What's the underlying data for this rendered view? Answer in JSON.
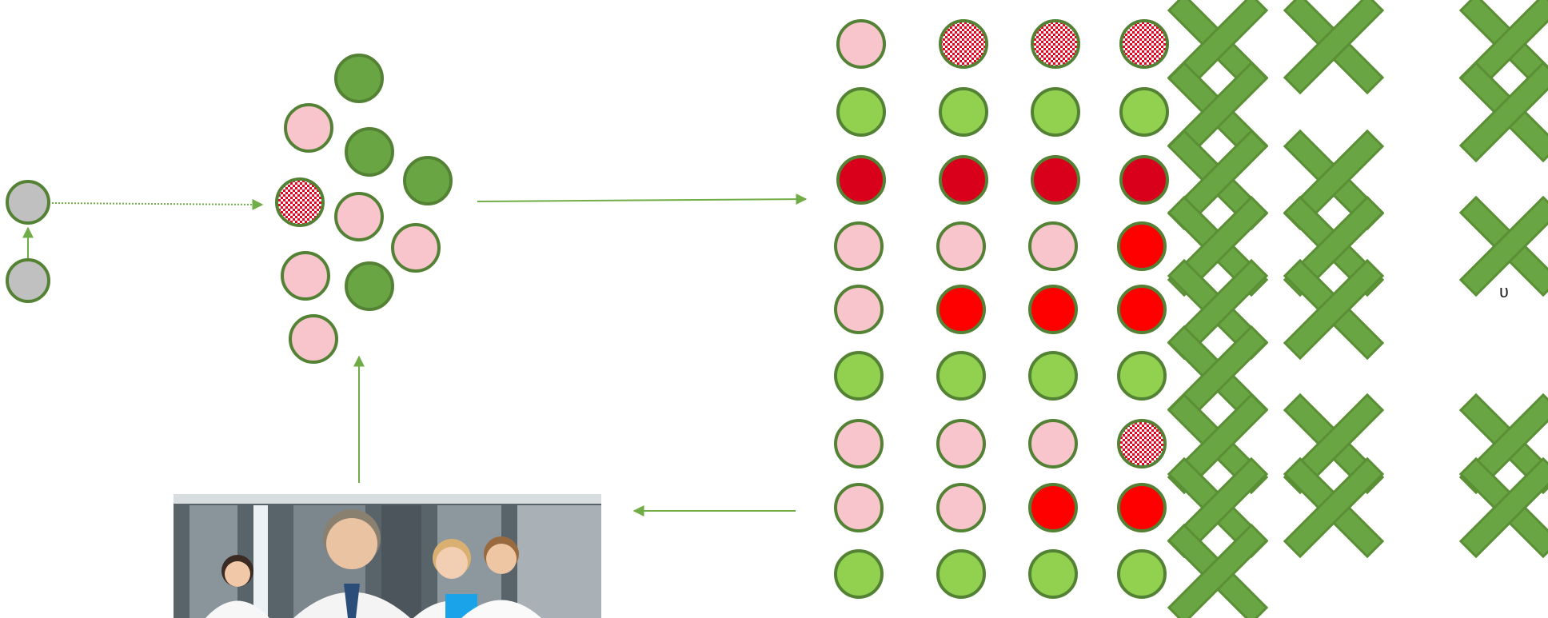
{
  "colors": {
    "stroke": "#548235",
    "edge": "#70ad47",
    "grey": "#c0c0c0",
    "pink": "#f8c5cc",
    "dark_green": "#6aa544",
    "light_green": "#92d050",
    "dark_red": "#d9001b",
    "red": "#ff0000",
    "pattern": "#e8001e",
    "cross": "#6aa544",
    "cross_stroke": "#5a8f35"
  },
  "input_nodes": [
    "grey",
    "grey"
  ],
  "cluster_nodes": [
    "dark_green",
    "pink",
    "dark_green",
    "dark_green",
    "pattern",
    "pink",
    "pink",
    "pink",
    "dark_green",
    "pink"
  ],
  "matrix": [
    [
      "pink",
      "pattern",
      "pattern",
      "pattern"
    ],
    [
      "light_green",
      "light_green",
      "light_green",
      "light_green"
    ],
    [
      "dark_red",
      "dark_red",
      "dark_red",
      "dark_red"
    ],
    [
      "pink",
      "pink",
      "pink",
      "red"
    ],
    [
      "pink",
      "red",
      "red",
      "red"
    ],
    [
      "light_green",
      "light_green",
      "light_green",
      "light_green"
    ],
    [
      "pink",
      "pink",
      "pink",
      "pattern"
    ],
    [
      "pink",
      "pink",
      "red",
      "red"
    ],
    [
      "light_green",
      "light_green",
      "light_green",
      "light_green"
    ]
  ],
  "cross_columns": [
    {
      "name": "cross-column-1",
      "rows": [
        1,
        2,
        3,
        4,
        5,
        6,
        7,
        8,
        9
      ]
    },
    {
      "name": "cross-column-2",
      "rows": [
        1,
        3,
        4,
        5,
        7,
        8
      ]
    },
    {
      "name": "cross-column-3",
      "rows": [
        1,
        2,
        4,
        7,
        8
      ]
    }
  ],
  "photo": {
    "subject": "medical-team-photo"
  },
  "stray_text": "ʋ"
}
